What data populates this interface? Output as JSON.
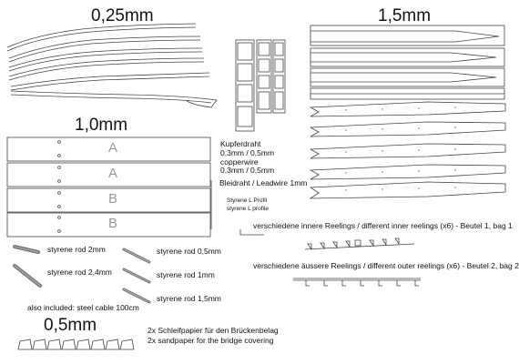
{
  "headings": {
    "thickness_025": "0,25mm",
    "thickness_15": "1,5mm",
    "thickness_10": "1,0mm",
    "thickness_05": "0,5mm"
  },
  "panel_letters": [
    "A",
    "A",
    "B",
    "B"
  ],
  "wire": {
    "title_de": "Kupferdraht",
    "size1": "0,3mm / 0,5mm",
    "title_en": "copperwire",
    "size2": "0,3mm / 0,5mm",
    "lead": "Bleidraht / Leadwire 1mm"
  },
  "profile": {
    "line1": "Styrene L Profil",
    "line2": "styrene L profile"
  },
  "reelings": {
    "inner": "verschiedene innere Reelings / different inner reelings (x6) - Beutel 1, bag 1",
    "outer": "verschiedene äussere Reelings / different outer reelings (x6) - Beutel 2, bag 2"
  },
  "rods": {
    "rod_2mm": "styrene rod 2mm",
    "rod_24mm": "styrene rod 2,4mm",
    "rod_05mm": "styrene rod 0,5mm",
    "rod_1mm": "styrene rod 1mm",
    "rod_15mm": "styrene rod 1,5mm"
  },
  "also_included": "also included: steel cable 100cm",
  "sandpaper": {
    "line_de": "2x Schleifpapier für den Brückenbelag",
    "line_en": "2x sandpaper for the bridge covering"
  }
}
